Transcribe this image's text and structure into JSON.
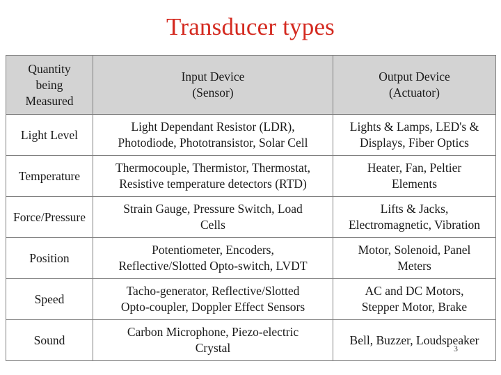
{
  "slide": {
    "title": "Transducer types",
    "title_color": "#d42a20",
    "page_number": "3",
    "background_color": "#ffffff"
  },
  "table": {
    "header_background": "#d3d3d3",
    "border_color": "#808080",
    "headers": [
      "Quantity being Measured",
      "Input Device (Sensor)",
      "Output Device (Actuator)"
    ],
    "headers_lines": {
      "quantity": [
        "Quantity",
        "being",
        "Measured"
      ],
      "input": [
        "Input Device",
        "(Sensor)"
      ],
      "output": [
        "Output Device",
        "(Actuator)"
      ]
    },
    "rows": [
      {
        "quantity": "Light Level",
        "input_lines": [
          "Light Dependant Resistor (LDR),",
          "Photodiode, Phototransistor, Solar Cell"
        ],
        "output_lines": [
          "Lights & Lamps, LED's &",
          "Displays, Fiber Optics"
        ]
      },
      {
        "quantity": "Temperature",
        "input_lines": [
          "Thermocouple, Thermistor, Thermostat,",
          "Resistive temperature detectors (RTD)"
        ],
        "output_lines": [
          "Heater, Fan, Peltier",
          "Elements"
        ]
      },
      {
        "quantity": "Force/Pressure",
        "input_lines": [
          "Strain Gauge, Pressure Switch, Load",
          "Cells"
        ],
        "output_lines": [
          "Lifts & Jacks,",
          "Electromagnetic, Vibration"
        ]
      },
      {
        "quantity": "Position",
        "input_lines": [
          "Potentiometer, Encoders,",
          "Reflective/Slotted Opto-switch, LVDT"
        ],
        "output_lines": [
          "Motor, Solenoid, Panel",
          "Meters"
        ]
      },
      {
        "quantity": "Speed",
        "input_lines": [
          "Tacho-generator, Reflective/Slotted",
          "Opto-coupler, Doppler Effect Sensors"
        ],
        "output_lines": [
          "AC and DC Motors,",
          "Stepper Motor, Brake"
        ]
      },
      {
        "quantity": "Sound",
        "input_lines": [
          "Carbon Microphone, Piezo-electric",
          "Crystal"
        ],
        "output_lines": [
          "Bell, Buzzer, Loudspeaker"
        ]
      }
    ]
  }
}
